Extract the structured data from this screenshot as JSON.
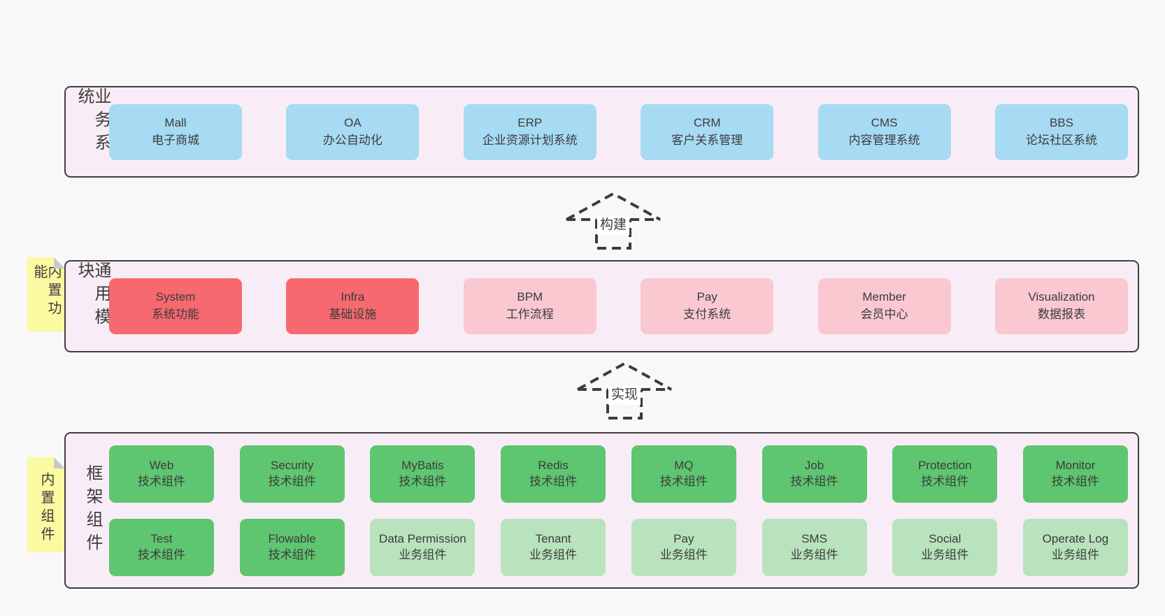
{
  "colors": {
    "page_bg": "#f8f8f8",
    "layer_bg": "#f8edf6",
    "border": "#3f3f3f",
    "text": "#3c3c3c",
    "blue": "#a7daf3",
    "red": "#f5696f",
    "pink": "#f9c8d1",
    "green": "#5ec571",
    "lightgreen": "#b8e3bd",
    "yellow": "#fbf9a1",
    "fold": "#c9c9c9"
  },
  "layers": {
    "business": {
      "label": "业务系统",
      "boxes": [
        {
          "name": "Mall",
          "desc": "电子商城",
          "variant": "blue"
        },
        {
          "name": "OA",
          "desc": "办公自动化",
          "variant": "blue"
        },
        {
          "name": "ERP",
          "desc": "企业资源计划系统",
          "variant": "blue"
        },
        {
          "name": "CRM",
          "desc": "客户关系管理",
          "variant": "blue"
        },
        {
          "name": "CMS",
          "desc": "内容管理系统",
          "variant": "blue"
        },
        {
          "name": "BBS",
          "desc": "论坛社区系统",
          "variant": "blue"
        }
      ]
    },
    "modules": {
      "label": "通用模块",
      "sticky": "内置功能",
      "boxes": [
        {
          "name": "System",
          "desc": "系统功能",
          "variant": "red"
        },
        {
          "name": "Infra",
          "desc": "基础设施",
          "variant": "red"
        },
        {
          "name": "BPM",
          "desc": "工作流程",
          "variant": "pink"
        },
        {
          "name": "Pay",
          "desc": "支付系统",
          "variant": "pink"
        },
        {
          "name": "Member",
          "desc": "会员中心",
          "variant": "pink"
        },
        {
          "name": "Visualization",
          "desc": "数据报表",
          "variant": "pink"
        }
      ]
    },
    "components": {
      "label": "框架组件",
      "sticky": "内置组件",
      "row1": [
        {
          "name": "Web",
          "desc": "技术组件",
          "variant": "green"
        },
        {
          "name": "Security",
          "desc": "技术组件",
          "variant": "green"
        },
        {
          "name": "MyBatis",
          "desc": "技术组件",
          "variant": "green"
        },
        {
          "name": "Redis",
          "desc": "技术组件",
          "variant": "green"
        },
        {
          "name": "MQ",
          "desc": "技术组件",
          "variant": "green"
        },
        {
          "name": "Job",
          "desc": "技术组件",
          "variant": "green"
        },
        {
          "name": "Protection",
          "desc": "技术组件",
          "variant": "green"
        },
        {
          "name": "Monitor",
          "desc": "技术组件",
          "variant": "green"
        }
      ],
      "row2": [
        {
          "name": "Test",
          "desc": "技术组件",
          "variant": "green"
        },
        {
          "name": "Flowable",
          "desc": "技术组件",
          "variant": "green"
        },
        {
          "name": "Data Permission",
          "desc": "业务组件",
          "variant": "lightgreen"
        },
        {
          "name": "Tenant",
          "desc": "业务组件",
          "variant": "lightgreen"
        },
        {
          "name": "Pay",
          "desc": "业务组件",
          "variant": "lightgreen"
        },
        {
          "name": "SMS",
          "desc": "业务组件",
          "variant": "lightgreen"
        },
        {
          "name": "Social",
          "desc": "业务组件",
          "variant": "lightgreen"
        },
        {
          "name": "Operate Log",
          "desc": "业务组件",
          "variant": "lightgreen"
        }
      ]
    }
  },
  "arrows": {
    "build": {
      "label": "构建"
    },
    "implement": {
      "label": "实现"
    }
  }
}
